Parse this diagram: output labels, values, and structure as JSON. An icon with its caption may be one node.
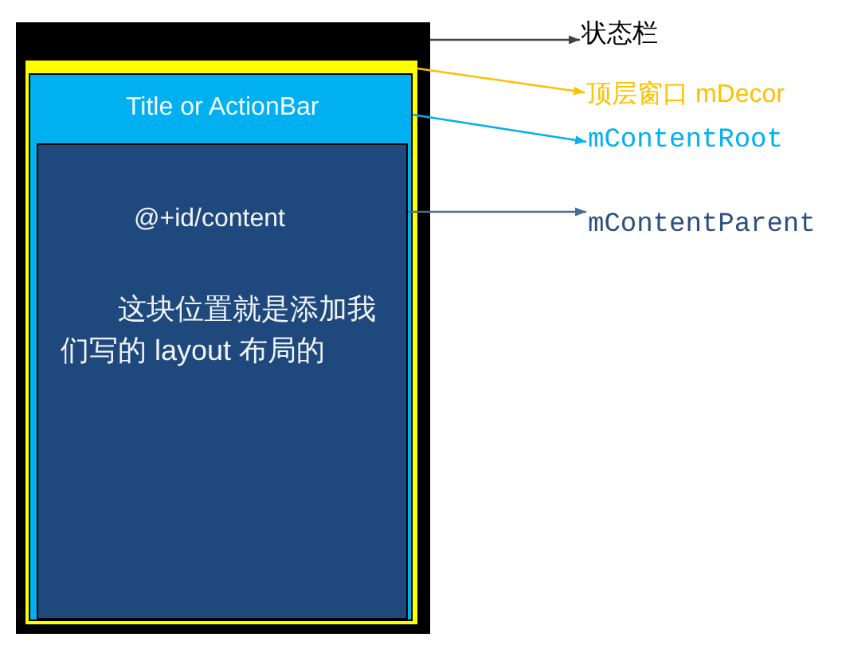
{
  "diagram": {
    "nodes": [
      {
        "text": [],
        "shape": "box"
      },
      {
        "text": [],
        "shape": "box",
        "in": 0
      },
      {
        "text": [
          "Title or ActionBar"
        ],
        "in": 1
      },
      {
        "text": [
          "@+id/content",
          "这块位置就是添加我们写的 layout 布局的"
        ],
        "in": 2
      },
      {
        "text": [
          "状态栏"
        ]
      },
      {
        "text": [
          "顶层窗口 mDecor"
        ]
      },
      {
        "text": [
          "mContentRoot"
        ]
      },
      {
        "text": [
          "mContentParent"
        ]
      }
    ],
    "edges": [
      {
        "from": 0,
        "to": 4,
        "arrow": "to",
        "color": "#404040"
      },
      {
        "from": 1,
        "to": 5,
        "arrow": "to",
        "color": "#ffc000"
      },
      {
        "from": 2,
        "to": 6,
        "arrow": "to",
        "color": "#00b0f0"
      },
      {
        "from": 3,
        "to": 7,
        "arrow": "to",
        "color": "#4a6a94"
      }
    ]
  }
}
